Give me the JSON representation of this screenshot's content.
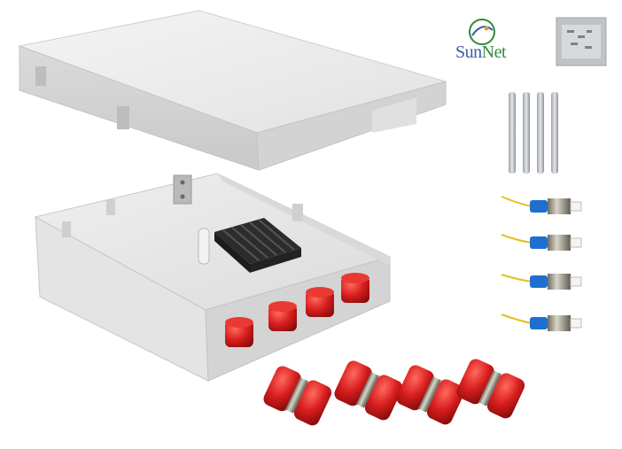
{
  "brand": {
    "name_part1": "Sun",
    "name_part2": "Net",
    "color_primary": "#3b5aa8",
    "color_secondary": "#2f8a3c"
  },
  "scene": {
    "background": "#ffffff",
    "enclosure_color": "#e9e9e9",
    "adapter_cap_color": "#d81e1e",
    "connector_boot_color": "#1e6fd0",
    "sleeve_color": "#c9ccd0"
  },
  "items": {
    "enclosure_lid": "open-lid",
    "enclosure_tray": "tray-with-splice-holder",
    "front_adapters_count": 4,
    "loose_adapters_count": 4,
    "pigtails_count": 4,
    "heat_shrink_sleeves_count": 4,
    "screw_bag_count": 1
  }
}
